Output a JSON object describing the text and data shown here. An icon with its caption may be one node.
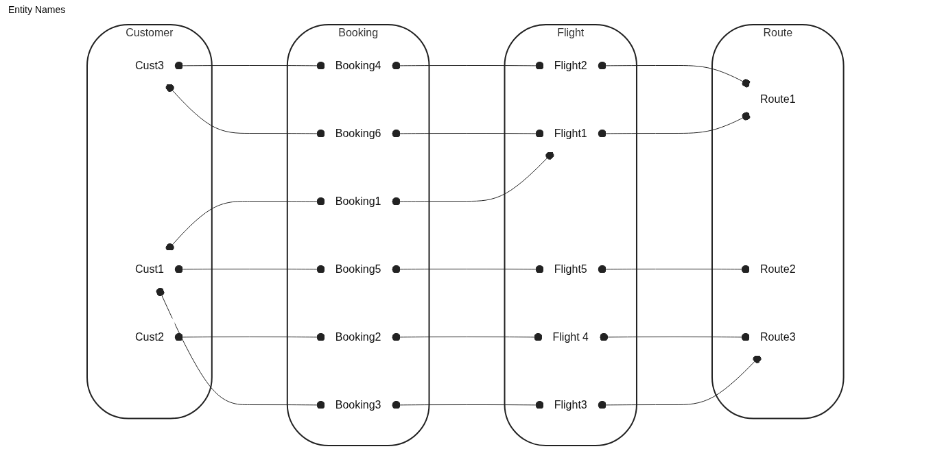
{
  "diagram": {
    "nodes": [
      {
        "text": [
          "Customer"
        ]
      },
      {
        "text": [
          "Cust1"
        ],
        "in": 0
      },
      {
        "text": [
          "Cust2"
        ],
        "in": 0
      },
      {
        "text": [
          "Cust3"
        ],
        "in": 0
      },
      {
        "text": [
          "Booking"
        ]
      },
      {
        "text": [
          "Booking1"
        ],
        "in": 4
      },
      {
        "text": [
          "Booking2"
        ],
        "in": 4
      },
      {
        "text": [
          "Booking3"
        ],
        "in": 4
      },
      {
        "text": [
          "Booking4"
        ],
        "in": 4
      },
      {
        "text": [
          "Booking5"
        ],
        "in": 4
      },
      {
        "text": [
          "Booking6"
        ],
        "in": 4
      },
      {
        "text": [
          "Flight"
        ]
      },
      {
        "text": [
          "Flight1"
        ],
        "in": 11
      },
      {
        "text": [
          "Flight2"
        ],
        "in": 11
      },
      {
        "text": [
          "Flight3"
        ],
        "in": 11
      },
      {
        "text": [
          "Flight 4"
        ],
        "in": 11
      },
      {
        "text": [
          "Flight5"
        ],
        "in": 11
      },
      {
        "text": [
          "Route"
        ]
      },
      {
        "text": [
          "Route1"
        ],
        "in": 17
      },
      {
        "text": [
          "Route2"
        ],
        "in": 17
      },
      {
        "text": [
          "Route3"
        ],
        "in": 17
      }
    ],
    "edges": [
      {
        "from": 1,
        "to": 5,
        "arrow": "other"
      },
      {
        "from": 1,
        "to": 7,
        "arrow": "other"
      },
      {
        "from": 1,
        "to": 9,
        "arrow": "other"
      },
      {
        "from": 2,
        "to": 6,
        "arrow": "other"
      },
      {
        "from": 3,
        "to": 8,
        "arrow": "other"
      },
      {
        "from": 3,
        "to": 10,
        "arrow": "other"
      },
      {
        "from": 5,
        "to": 12,
        "arrow": "other"
      },
      {
        "from": 6,
        "to": 15,
        "arrow": "other"
      },
      {
        "from": 7,
        "to": 14,
        "arrow": "other"
      },
      {
        "from": 8,
        "to": 13,
        "arrow": "other"
      },
      {
        "from": 9,
        "to": 16,
        "arrow": "other"
      },
      {
        "from": 10,
        "to": 12,
        "arrow": "other"
      },
      {
        "from": 12,
        "to": 18,
        "arrow": "other"
      },
      {
        "from": 13,
        "to": 18,
        "arrow": "other"
      },
      {
        "from": 14,
        "to": 20,
        "arrow": "other"
      },
      {
        "from": 15,
        "to": 20,
        "arrow": "other"
      },
      {
        "from": 16,
        "to": 19,
        "arrow": "other"
      }
    ],
    "labels": [
      "Entity Names"
    ]
  }
}
